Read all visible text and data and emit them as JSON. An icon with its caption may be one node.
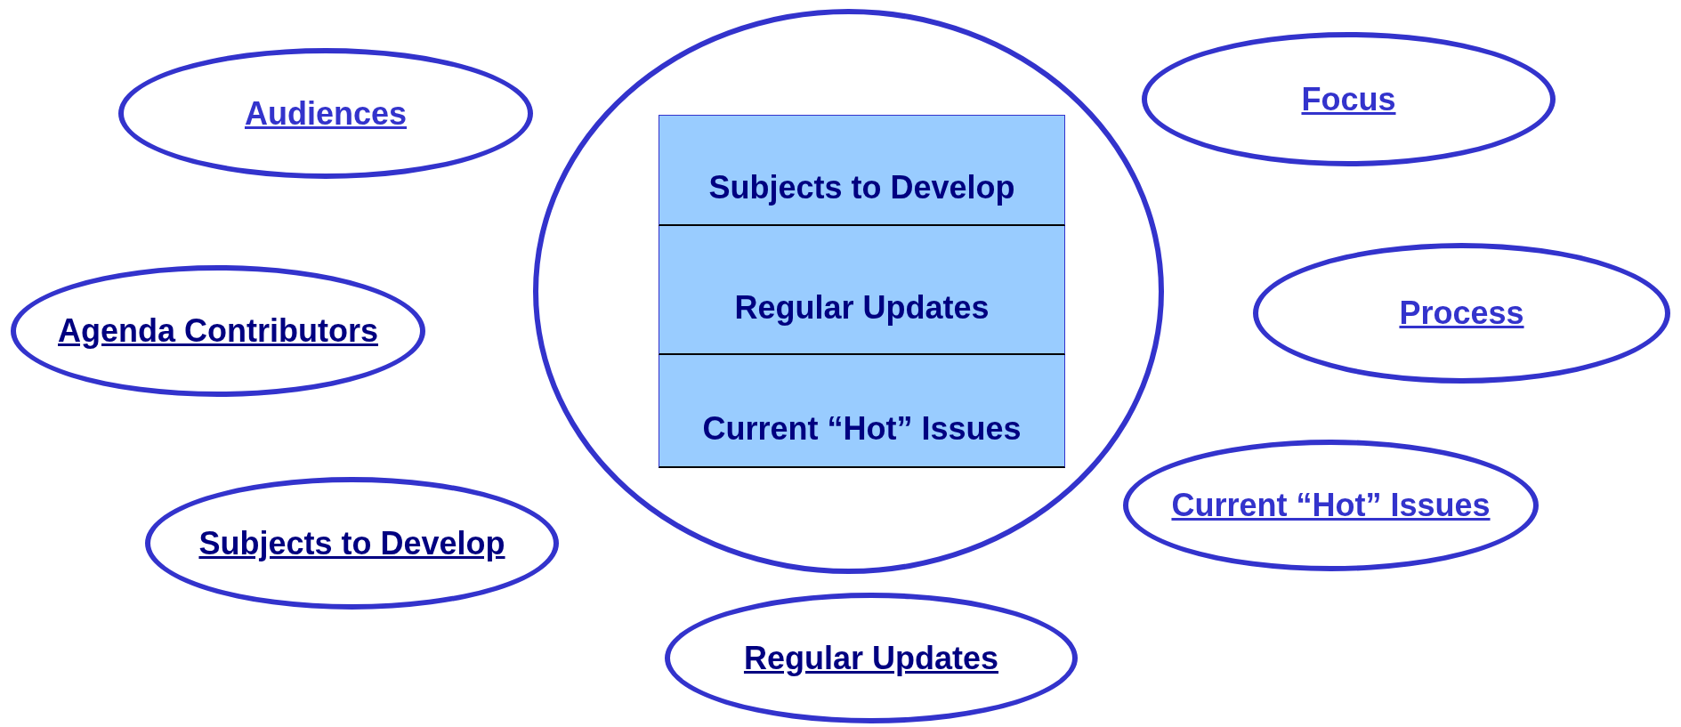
{
  "diagram": {
    "nodes": [
      {
        "text": [
          "Audiences"
        ]
      },
      {
        "text": [],
        "shape": "circle"
      },
      {
        "text": [
          "Subjects to Develop"
        ],
        "in": 1
      },
      {
        "text": [
          "Regular Updates"
        ],
        "in": 1
      },
      {
        "text": [
          "Current “Hot” Issues"
        ],
        "in": 1
      },
      {
        "text": [
          "Focus"
        ]
      },
      {
        "text": [
          "Agenda Contributors"
        ]
      },
      {
        "text": [
          "Process"
        ]
      },
      {
        "text": [
          "Current “Hot” Issues"
        ]
      },
      {
        "text": [
          "Subjects to Develop"
        ]
      },
      {
        "text": [
          "Regular Updates"
        ]
      }
    ]
  }
}
